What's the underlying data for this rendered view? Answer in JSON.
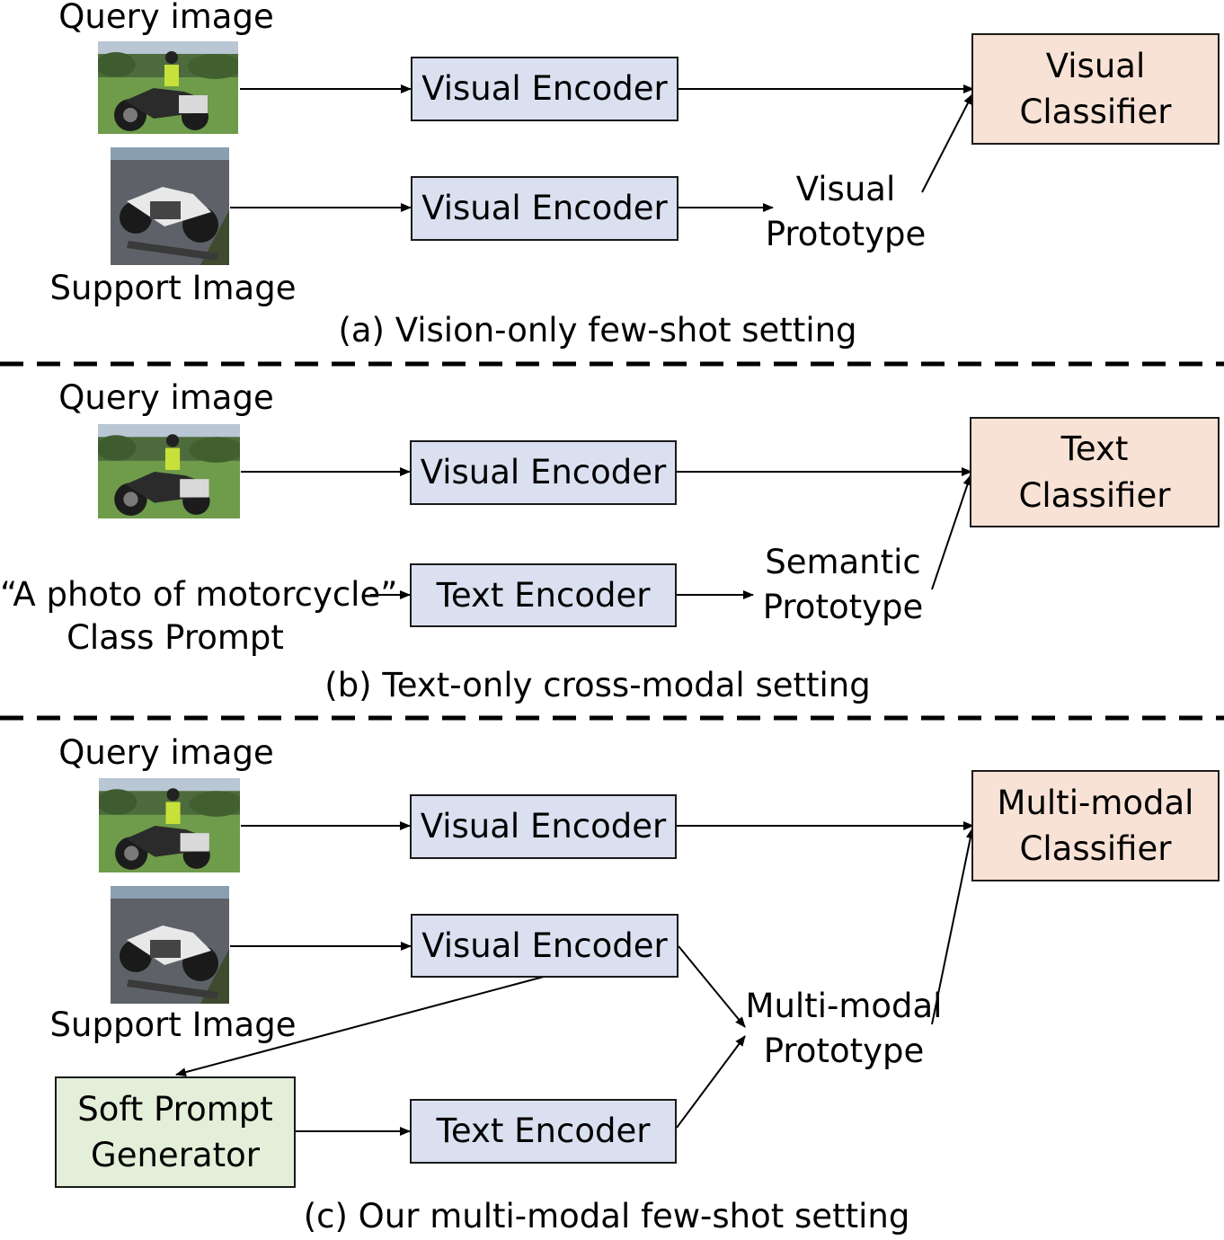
{
  "panel_a": {
    "query_label": "Query image",
    "support_label": "Support Image",
    "encoder_top": "Visual Encoder",
    "encoder_bottom": "Visual Encoder",
    "prototype": "Visual\nPrototype",
    "classifier": "Visual\nClassifier",
    "caption": "(a) Vision-only few-shot setting"
  },
  "panel_b": {
    "query_label": "Query image",
    "prompt_text": "“A photo of motorcycle”",
    "prompt_label": "Class Prompt",
    "encoder_top": "Visual Encoder",
    "encoder_bottom": "Text Encoder",
    "prototype": "Semantic\nPrototype",
    "classifier": "Text\nClassifier",
    "caption": "(b) Text-only cross-modal setting"
  },
  "panel_c": {
    "query_label": "Query image",
    "support_label": "Support Image",
    "encoder_top": "Visual Encoder",
    "encoder_support": "Visual Encoder",
    "encoder_text": "Text Encoder",
    "generator": "Soft Prompt\nGenerator",
    "prototype": "Multi-modal\nPrototype",
    "classifier": "Multi-modal\nClassifier",
    "caption": "(c) Our multi-modal few-shot setting"
  },
  "colors": {
    "encoder_fill": "#dae0f0",
    "classifier_fill": "#f8e2d5",
    "generator_fill": "#e3efd9"
  }
}
